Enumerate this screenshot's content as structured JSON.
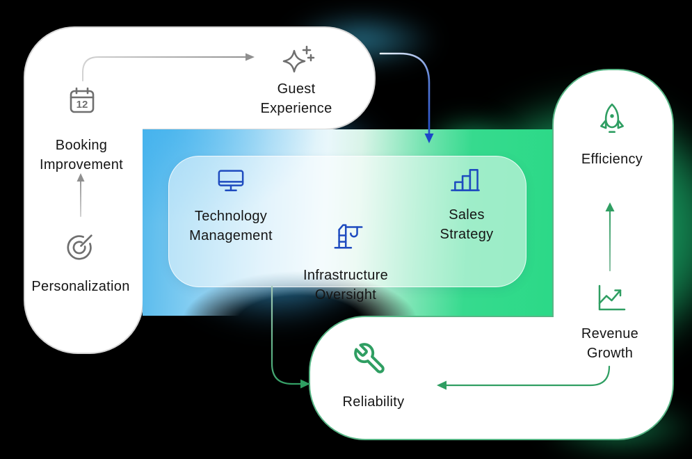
{
  "calendar_day": "12",
  "colors": {
    "text": "#151515",
    "icon_gray": "#6f6f6f",
    "icon_blue": "#1e4bbf",
    "icon_green": "#2f9e62",
    "border_gray": "#d6d6d6",
    "border_green": "#58b686",
    "center_card_blue": "#55b9ec",
    "center_card_green": "#2bd987",
    "arrow_gray": "#8f8f8f",
    "arrow_blue": "#1c45c8",
    "arrow_green": "#2f9e62"
  },
  "nodes": {
    "booking_improvement": {
      "line1": "Booking",
      "line2": "Improvement",
      "icon": "calendar"
    },
    "guest_experience": {
      "line1": "Guest",
      "line2": "Experience",
      "icon": "sparkles"
    },
    "personalization": {
      "line1": "Personalization",
      "icon": "target"
    },
    "technology_management": {
      "line1": "Technology",
      "line2": "Management",
      "icon": "monitor"
    },
    "infrastructure_oversight": {
      "line1": "Infrastructure",
      "line2": "Oversight",
      "icon": "crane"
    },
    "sales_strategy": {
      "line1": "Sales",
      "line2": "Strategy",
      "icon": "bar-chart"
    },
    "efficiency": {
      "line1": "Efficiency",
      "icon": "rocket"
    },
    "revenue_growth": {
      "line1": "Revenue",
      "line2": "Growth",
      "icon": "line-chart"
    },
    "reliability": {
      "line1": "Reliability",
      "icon": "wrench"
    }
  },
  "connections": [
    {
      "from": "personalization",
      "to": "booking_improvement",
      "color": "gray"
    },
    {
      "from": "booking_improvement",
      "to": "guest_experience",
      "color": "gray"
    },
    {
      "from": "guest_experience",
      "to": "sales_strategy",
      "color": "blue"
    },
    {
      "from": "infrastructure_oversight",
      "to": "reliability",
      "color": "green"
    },
    {
      "from": "revenue_growth",
      "to": "reliability",
      "color": "green"
    },
    {
      "from": "revenue_growth",
      "to": "efficiency",
      "color": "green"
    }
  ]
}
